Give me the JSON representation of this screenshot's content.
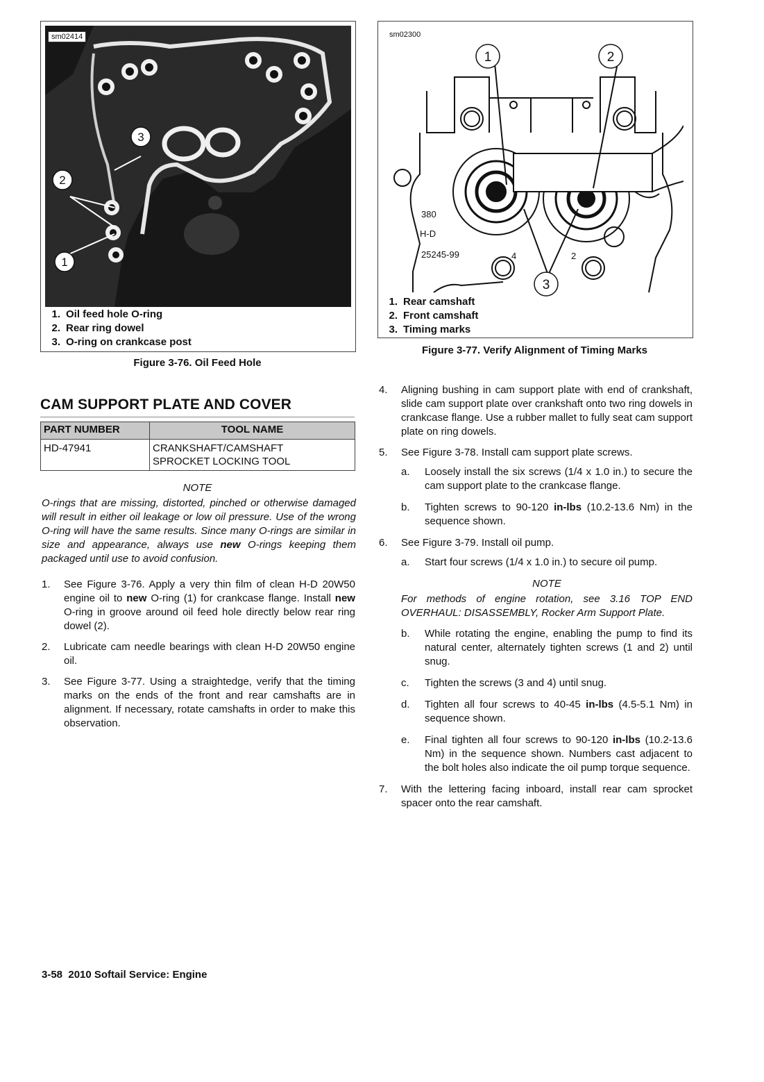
{
  "figure_left": {
    "tag": "sm02414",
    "callouts": [
      "1",
      "2",
      "3"
    ],
    "legend": [
      {
        "num": "1.",
        "text": "Oil feed hole O-ring"
      },
      {
        "num": "2.",
        "text": "Rear ring dowel"
      },
      {
        "num": "3.",
        "text": "O-ring on crankcase post"
      }
    ],
    "caption": "Figure 3-76. Oil Feed Hole"
  },
  "figure_right": {
    "tag": "sm02300",
    "callouts": [
      "1",
      "2",
      "3"
    ],
    "stamped_text": [
      "380",
      "H-D",
      "25245-99",
      "4",
      "2"
    ],
    "legend": [
      {
        "num": "1.",
        "text": "Rear camshaft"
      },
      {
        "num": "2.",
        "text": "Front camshaft"
      },
      {
        "num": "3.",
        "text": "Timing marks"
      }
    ],
    "caption": "Figure 3-77. Verify Alignment of Timing Marks"
  },
  "section": {
    "title": "CAM SUPPORT PLATE AND COVER"
  },
  "tool_table": {
    "headers": [
      "PART NUMBER",
      "TOOL NAME"
    ],
    "rows": [
      {
        "part": "HD-47941",
        "name_line1": "CRANKSHAFT/CAMSHAFT",
        "name_line2": "SPROCKET LOCKING TOOL"
      }
    ]
  },
  "note_1": {
    "head": "NOTE",
    "body_before": "O-rings that are missing, distorted, pinched or otherwise damaged will result in either oil leakage or low oil pressure. Use of the wrong O-ring will have the same results. Since many O-rings are similar in size and appearance, always use ",
    "body_bold": "new",
    "body_after": " O-rings keeping them packaged until use to avoid confusion."
  },
  "steps_left": [
    {
      "num": "1.",
      "parts": [
        "See Figure 3-76. Apply a very thin film of clean H-D 20W50 engine oil to ",
        "new",
        " O-ring (1) for crankcase flange. Install ",
        "new",
        " O-ring in groove around oil feed hole directly below rear ring dowel (2)."
      ]
    },
    {
      "num": "2.",
      "text": "Lubricate cam needle bearings with clean H-D 20W50 engine oil."
    },
    {
      "num": "3.",
      "text": "See Figure 3-77. Using a straightedge, verify that the timing marks on the ends of the front and rear camshafts are in alignment. If necessary, rotate camshafts in order to make this observation."
    }
  ],
  "steps_right": {
    "s4": {
      "num": "4.",
      "text": "Aligning bushing in cam support plate with end of crankshaft, slide cam support plate over crankshaft onto two ring dowels in crankcase flange. Use a rubber mallet to fully seat cam support plate on ring dowels."
    },
    "s5": {
      "num": "5.",
      "text": "See Figure 3-78. Install cam support plate screws.",
      "a": {
        "num": "a.",
        "text": "Loosely install the six screws (1/4 x 1.0 in.) to secure the cam support plate to the crankcase flange."
      },
      "b": {
        "num": "b.",
        "before": "Tighten screws to 90-120 ",
        "bold": "in-lbs",
        "after": " (10.2-13.6 Nm) in the sequence shown."
      }
    },
    "s6": {
      "num": "6.",
      "text": "See Figure 3-79. Install oil pump.",
      "a": {
        "num": "a.",
        "text": "Start four screws (1/4 x 1.0 in.) to secure oil pump."
      },
      "note_head": "NOTE",
      "note_body": "For methods of engine rotation, see 3.16 TOP END OVERHAUL: DISASSEMBLY, Rocker Arm Support Plate.",
      "b": {
        "num": "b.",
        "text": "While rotating the engine, enabling the pump to find its natural center, alternately tighten screws (1 and 2) until snug."
      },
      "c": {
        "num": "c.",
        "text": "Tighten the screws (3 and 4) until snug."
      },
      "d": {
        "num": "d.",
        "before": "Tighten all four screws to 40-45 ",
        "bold": "in-lbs",
        "after": " (4.5-5.1 Nm) in sequence shown."
      },
      "e": {
        "num": "e.",
        "before": "Final tighten all four screws to 90-120 ",
        "bold": "in-lbs",
        "after": " (10.2-13.6 Nm) in the sequence shown. Numbers cast adjacent to the bolt holes also indicate the oil pump torque sequence."
      }
    },
    "s7": {
      "num": "7.",
      "text": "With the lettering facing inboard, install rear cam sprocket spacer onto the rear camshaft."
    }
  },
  "footer": {
    "text": "3-58  2010 Softail Service: Engine"
  }
}
